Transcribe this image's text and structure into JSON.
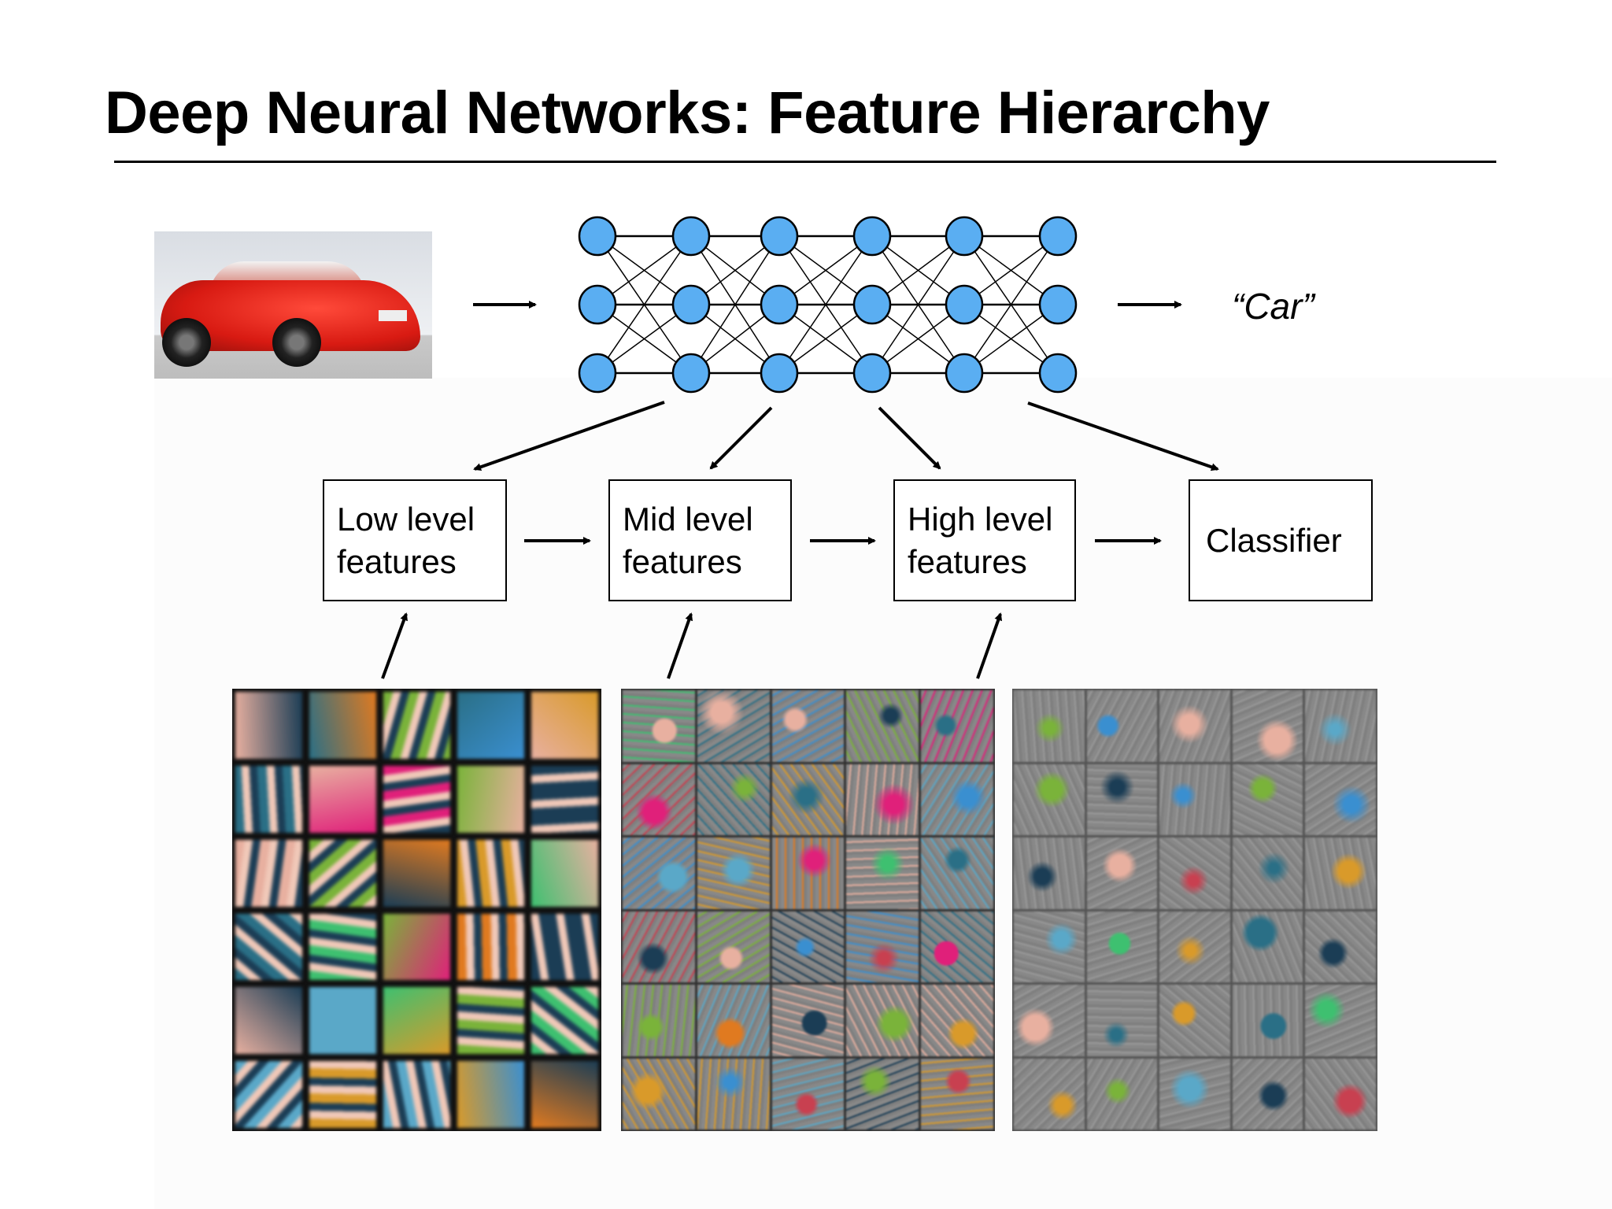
{
  "title": "Deep Neural Networks: Feature Hierarchy",
  "output_label": "“Car”",
  "boxes": {
    "low": [
      "Low level",
      "features"
    ],
    "mid": [
      "Mid level",
      "features"
    ],
    "high": [
      "High level",
      "features"
    ],
    "classifier": "Classifier"
  },
  "network": {
    "layers": 6,
    "nodes_per_layer": 3,
    "node_color": "#5aaef2"
  },
  "images": {
    "input": "car-photo",
    "grids": [
      "low-level-filters",
      "mid-level-filters",
      "high-level-filters"
    ]
  }
}
